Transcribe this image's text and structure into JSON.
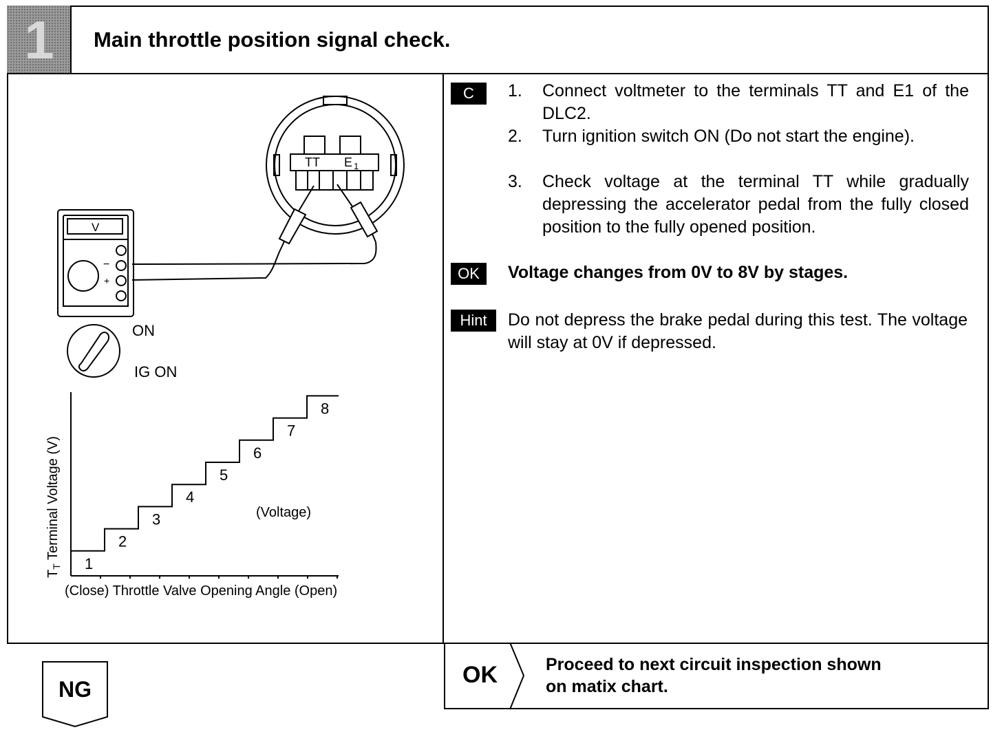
{
  "step": {
    "number": "1",
    "title": "Main throttle position signal check."
  },
  "diagram": {
    "meter_label": "V",
    "minus": "−",
    "plus": "+",
    "connector_tt": "TT",
    "connector_e1": "E",
    "connector_e1_sub": "1",
    "switch_on": "ON",
    "switch_ig_on": "IG ON"
  },
  "chart_data": {
    "type": "line",
    "xlabel": "(Close) Throttle Valve Opening Angle (Open)",
    "ylabel_main": "T",
    "ylabel_sub": "T",
    "ylabel_rest": " Terminal Voltage (V)",
    "annotation": "(Voltage)",
    "step_labels": [
      "1",
      "2",
      "3",
      "4",
      "5",
      "6",
      "7",
      "8"
    ],
    "series": [
      {
        "x": [
          1,
          2,
          3,
          4,
          5,
          6,
          7,
          8
        ],
        "values": [
          1,
          2,
          3,
          4,
          5,
          6,
          7,
          8
        ]
      }
    ]
  },
  "instructions": {
    "tag_c": "C",
    "items": [
      {
        "num": "1.",
        "text": "Connect voltmeter to the terminals TT and E1 of the DLC2."
      },
      {
        "num": "2.",
        "text": "Turn ignition switch ON (Do not start the engine)."
      },
      {
        "num": "3.",
        "text": "Check voltage at the terminal TT while gradually depressing the accelerator pedal from the fully closed position to the fully opened position."
      }
    ],
    "tag_ok": "OK",
    "ok_text": "Voltage changes from 0V to 8V by stages.",
    "tag_hint": "Hint",
    "hint_text": "Do not depress the brake pedal during this test. The voltage will stay at 0V if depressed."
  },
  "result": {
    "ok_label": "OK",
    "proceed_line1": "Proceed to next circuit inspection shown",
    "proceed_line2": "on matix chart.",
    "ng_label": "NG"
  }
}
